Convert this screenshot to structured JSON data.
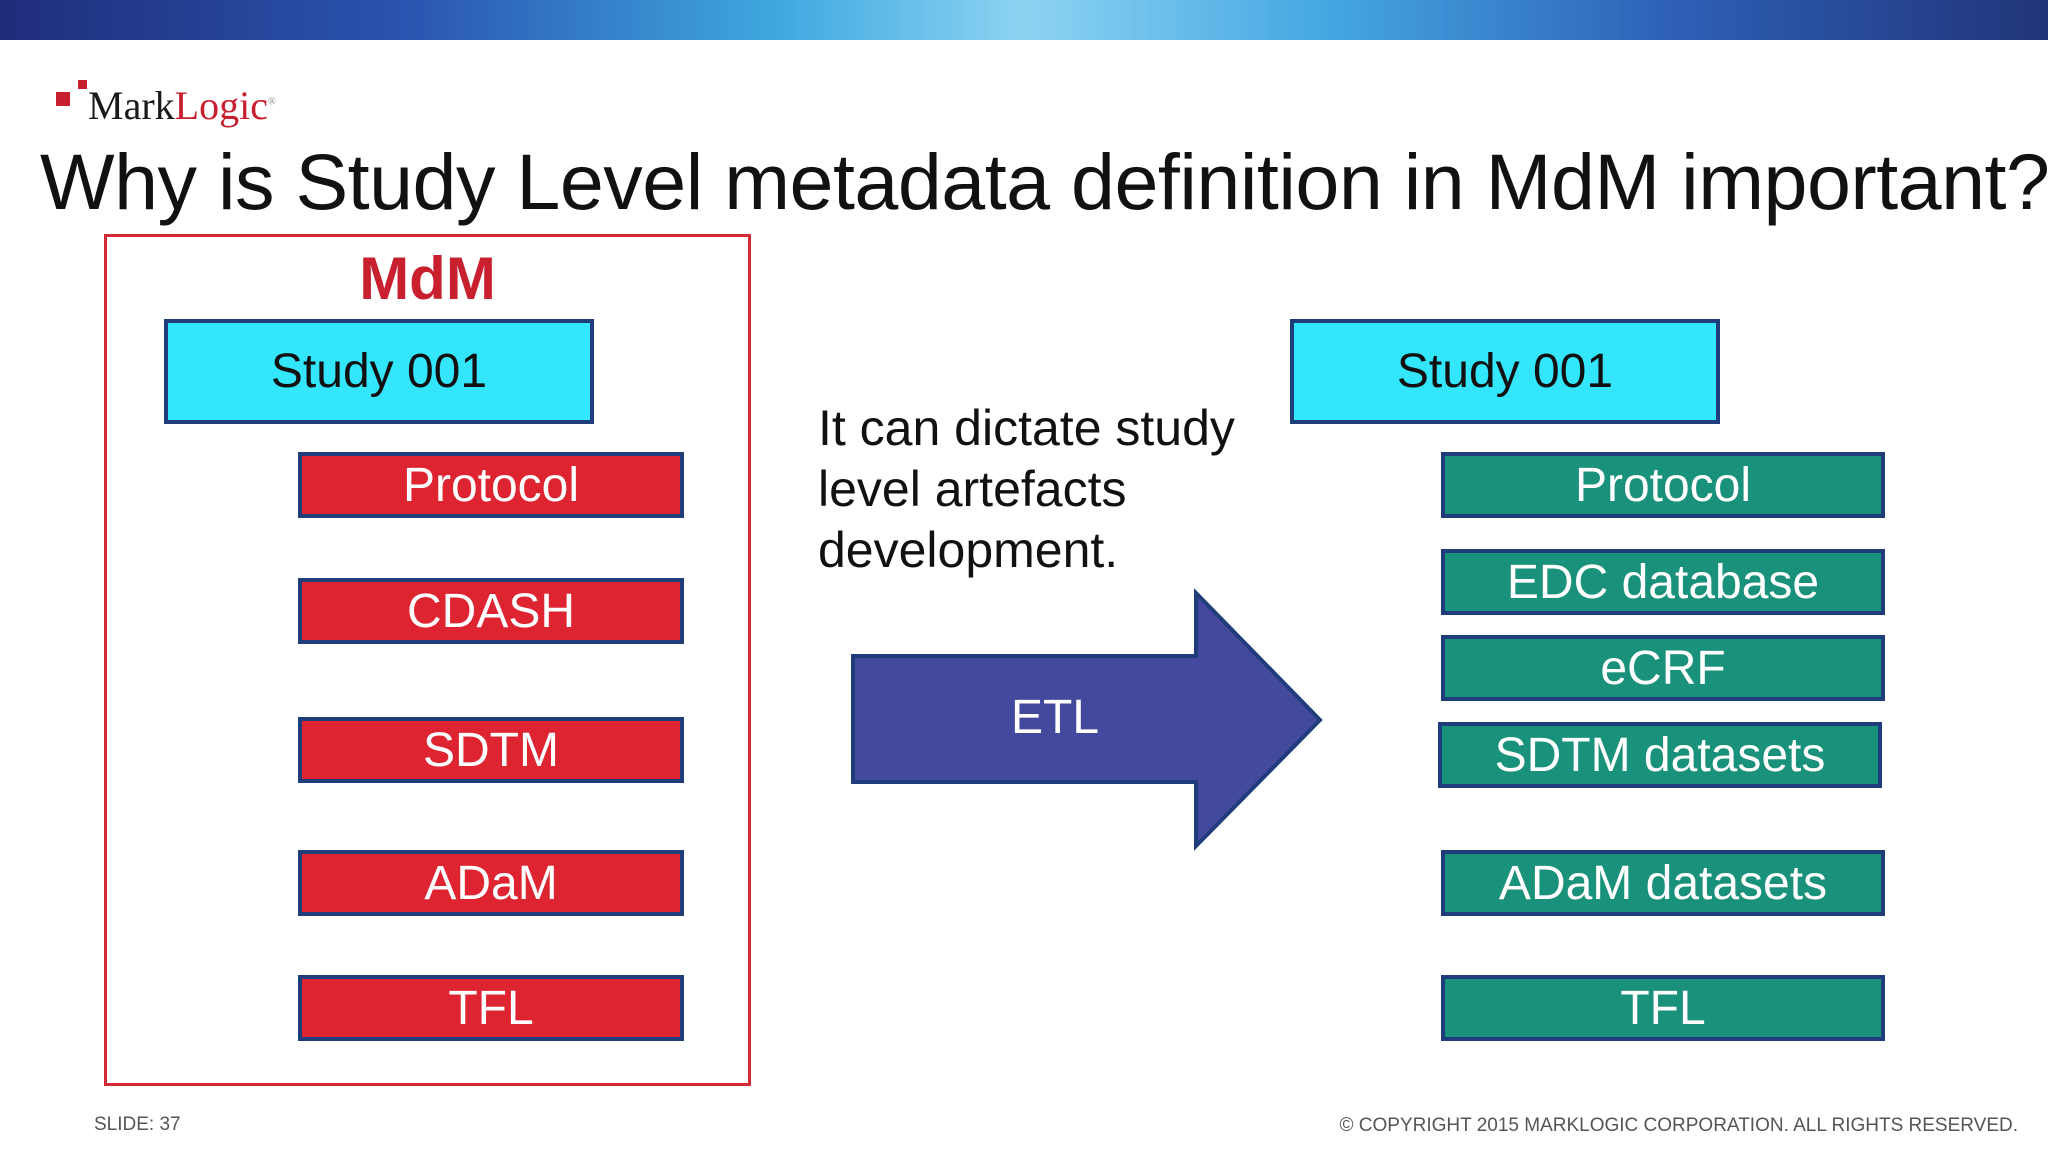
{
  "logo": {
    "mark": "Mark",
    "logic": "Logic",
    "tm": "®"
  },
  "title": "Why is Study Level metadata definition in MdM important?",
  "mdm": {
    "label": "MdM",
    "study": "Study 001",
    "items": [
      "Protocol",
      "CDASH",
      "SDTM",
      "ADaM",
      "TFL"
    ]
  },
  "note": "It can dictate study level artefacts development.",
  "arrow": {
    "label": "ETL"
  },
  "target": {
    "study": "Study 001",
    "items": [
      "Protocol",
      "EDC database",
      "eCRF",
      "SDTM datasets",
      "ADaM datasets",
      "TFL"
    ]
  },
  "footer": {
    "slide": "SLIDE: 37",
    "copyright": "© COPYRIGHT 2015 MARKLOGIC CORPORATION. ALL RIGHTS RESERVED."
  },
  "colors": {
    "accent_red": "#dd2430",
    "cyan": "#33e6fc",
    "green": "#1a917a",
    "arrow": "#434a9e",
    "border": "#1f3d7a"
  }
}
